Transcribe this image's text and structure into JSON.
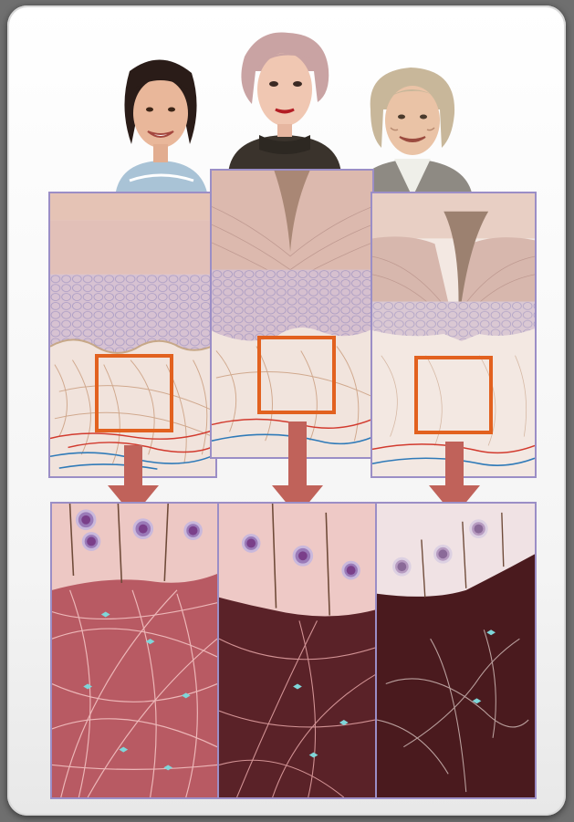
{
  "figure": {
    "subject": "skin aging",
    "stages": [
      {
        "id": "young",
        "portrait_icon": "young-girl-portrait"
      },
      {
        "id": "middle-aged",
        "portrait_icon": "middle-aged-woman-portrait"
      },
      {
        "id": "elderly",
        "portrait_icon": "elderly-woman-portrait"
      }
    ],
    "colors": {
      "panel_border": "#9b8ec6",
      "highlight": "#e2611f",
      "arrow": "#c0625a",
      "epidermis": "#e9c6c1",
      "dermis_young": "#b85a63",
      "dermis_old": "#4a1a1e",
      "cell_nucleus": "#8f5ba8"
    }
  }
}
